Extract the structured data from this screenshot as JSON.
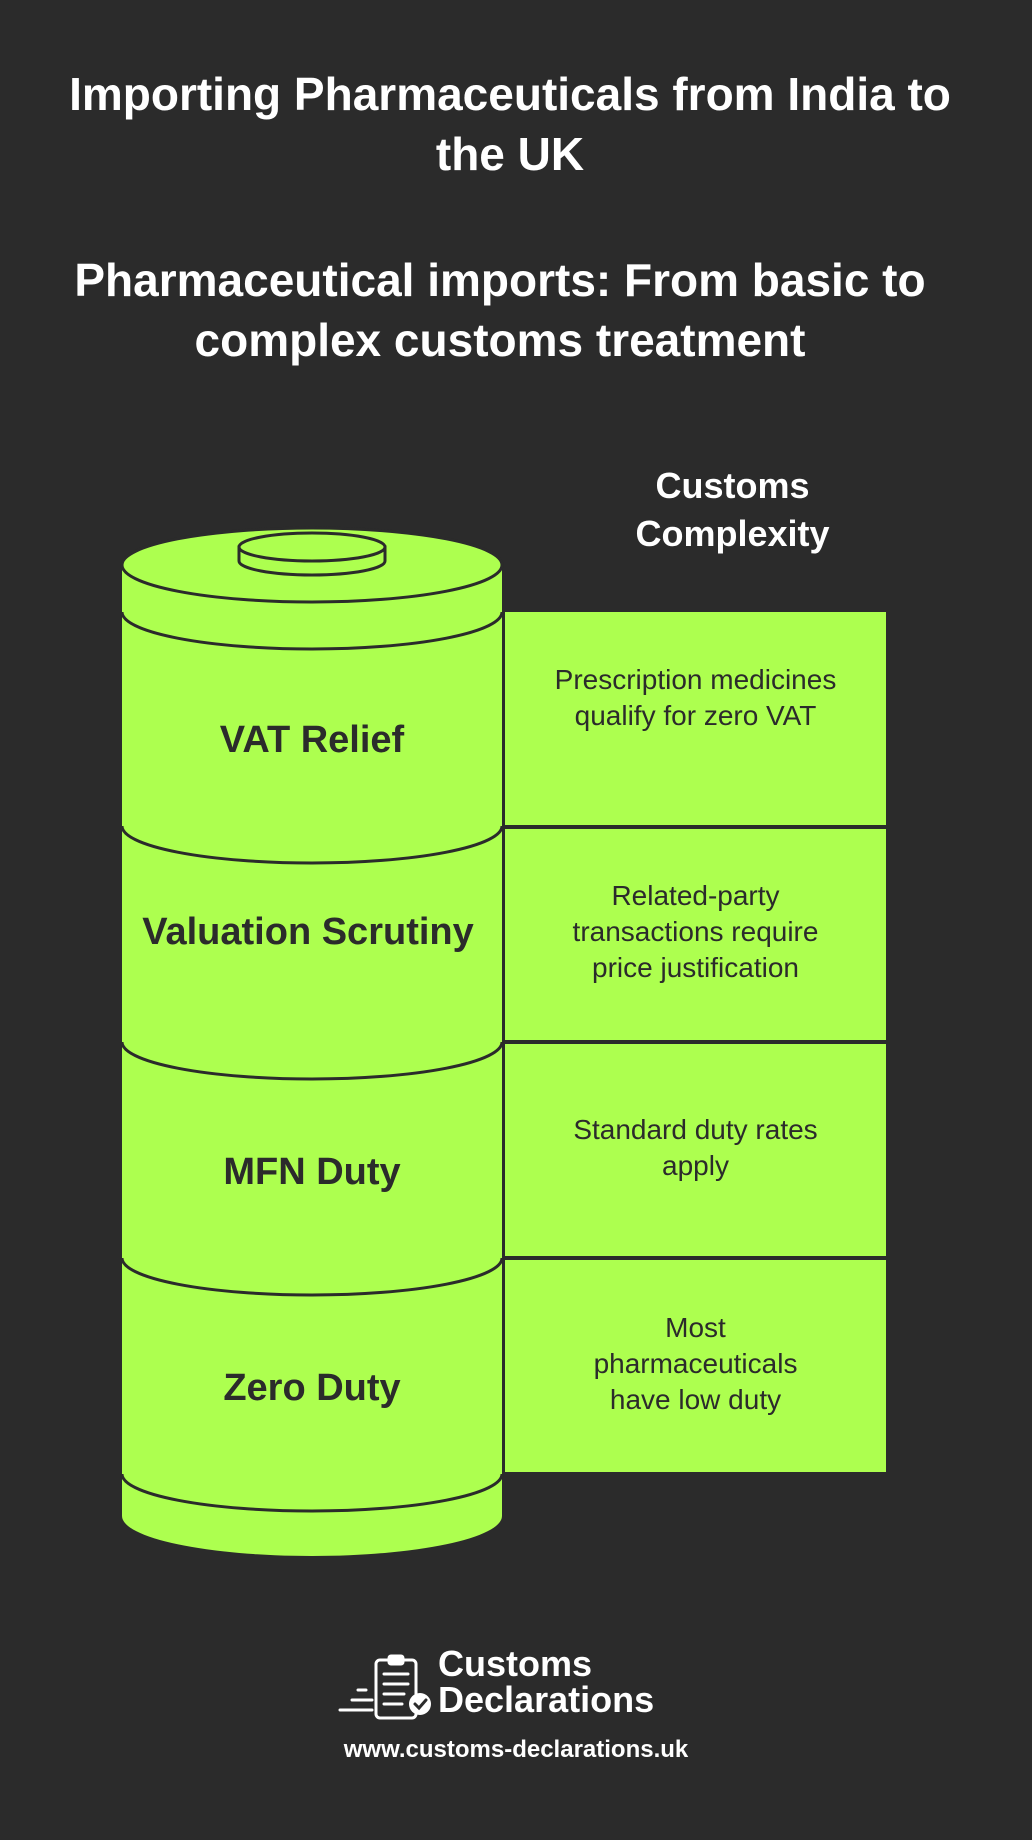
{
  "title": "Importing Pharmaceuticals from India to the UK",
  "subtitle": "Pharmaceutical imports: From basic to complex customs treatment",
  "column_header": "Customs Complexity",
  "colors": {
    "background": "#2b2b2b",
    "accent": "#adff4f",
    "outline": "#2b2b2b",
    "text_light": "#ffffff"
  },
  "layers": [
    {
      "label": "VAT Relief",
      "description": "Prescription medicines qualify for zero VAT"
    },
    {
      "label": "Valuation Scrutiny",
      "description": "Related-party transactions require price justification"
    },
    {
      "label": "MFN Duty",
      "description": "Standard duty rates apply"
    },
    {
      "label": "Zero Duty",
      "description": "Most pharmaceuticals have low duty"
    }
  ],
  "footer": {
    "logo_icon": "clipboard-check-icon",
    "brand_line1": "Customs",
    "brand_line2": "Declarations",
    "url": "www.customs-declarations.uk"
  }
}
